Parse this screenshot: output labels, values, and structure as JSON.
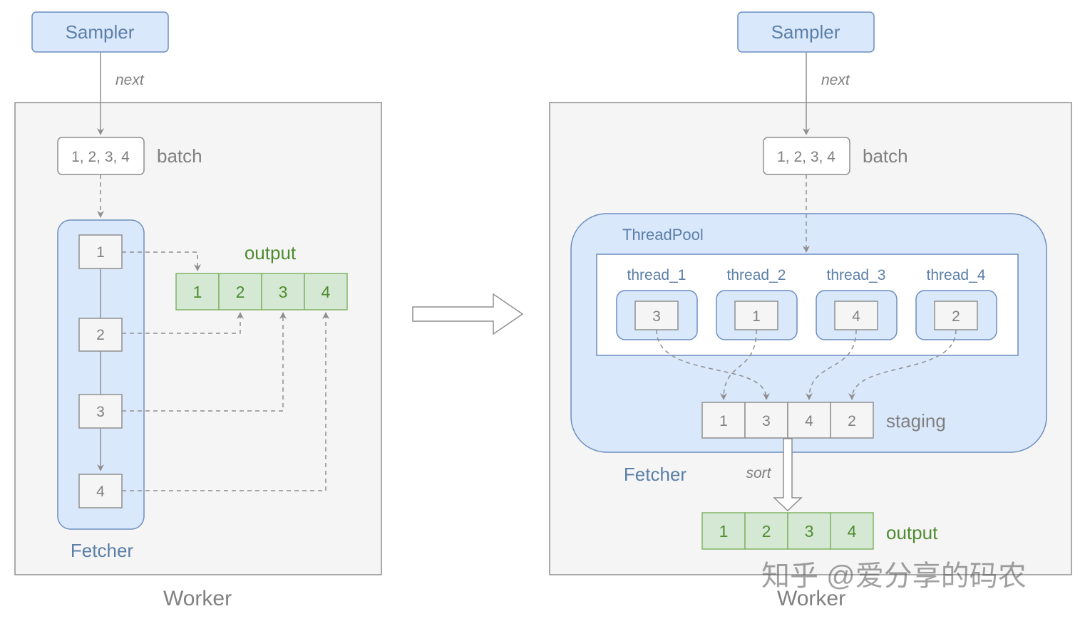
{
  "left": {
    "sampler": "Sampler",
    "next": "next",
    "batch_values": "1, 2, 3, 4",
    "batch_label": "batch",
    "fetcher_items": [
      "1",
      "2",
      "3",
      "4"
    ],
    "output_label": "output",
    "output_cells": [
      "1",
      "2",
      "3",
      "4"
    ],
    "fetcher_label": "Fetcher",
    "worker_label": "Worker"
  },
  "right": {
    "sampler": "Sampler",
    "next": "next",
    "batch_values": "1, 2, 3, 4",
    "batch_label": "batch",
    "threadpool_label": "ThreadPool",
    "threads": [
      {
        "name": "thread_1",
        "value": "3"
      },
      {
        "name": "thread_2",
        "value": "1"
      },
      {
        "name": "thread_3",
        "value": "4"
      },
      {
        "name": "thread_4",
        "value": "2"
      }
    ],
    "staging_cells": [
      "1",
      "3",
      "4",
      "2"
    ],
    "staging_label": "staging",
    "fetcher_label": "Fetcher",
    "sort_label": "sort",
    "output_cells": [
      "1",
      "2",
      "3",
      "4"
    ],
    "output_label": "output",
    "worker_label": "Worker"
  },
  "watermark": "知乎 @爱分享的码农"
}
